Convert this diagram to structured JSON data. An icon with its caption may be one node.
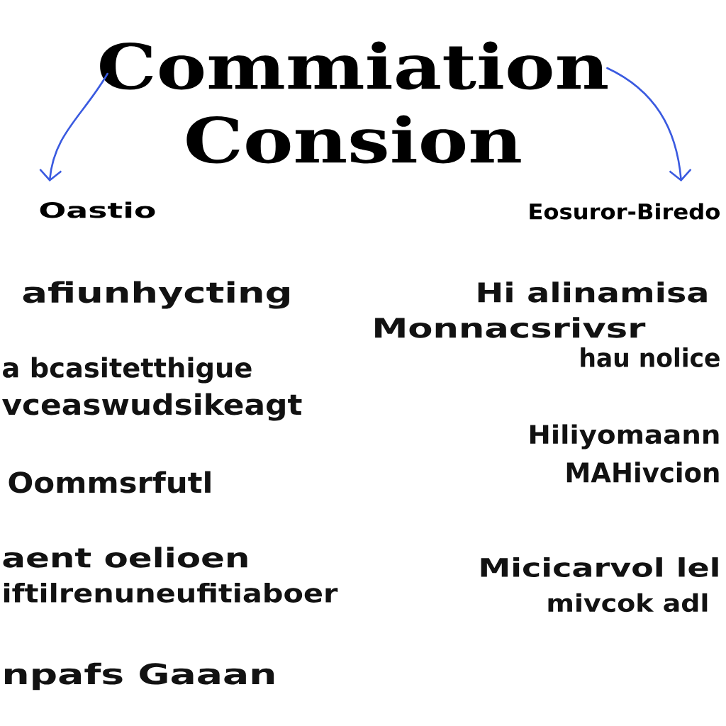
{
  "diagram": {
    "nodes": [
      {
        "text": [
          "Commiation Consion"
        ]
      },
      {
        "text": [
          "Oastio"
        ]
      },
      {
        "text": [
          "Eosuror-Biredo"
        ]
      }
    ],
    "edges": [
      {
        "from": 0,
        "to": 1,
        "arrow": "to",
        "color": "#3a5ae0"
      },
      {
        "from": 0,
        "to": 2,
        "arrow": "to",
        "color": "#3a5ae0"
      }
    ],
    "labels": [
      "afiunhycting",
      "Hi alinamisa",
      "Monnacsrivsr",
      "hau nolice",
      "a bcasitetthigue",
      "vceaswudsikeagt",
      "Hiliyomaann",
      "MAHivcion",
      "Oommsrfutl",
      "aent oelioen",
      "Micicarvol lel",
      "iftilrenuneufitiaboer",
      "mivcok adl",
      "npafs Gaaan"
    ]
  }
}
